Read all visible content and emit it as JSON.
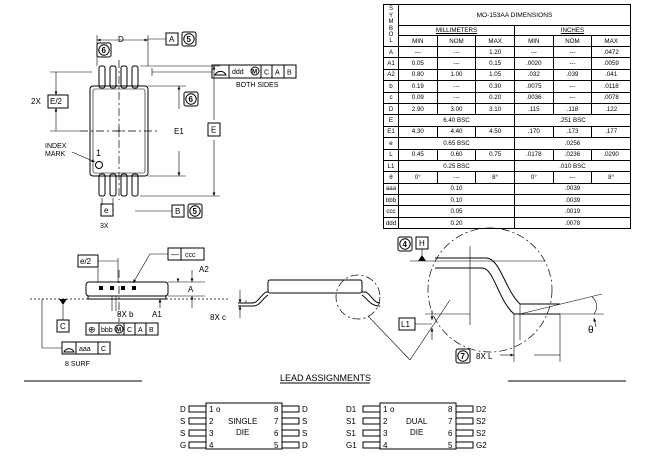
{
  "top_view": {
    "dim_D": "D",
    "datum_A": "A",
    "note_5_top": "5",
    "note_6_top": "6",
    "note_6_right": "6",
    "flatness_symbol": "⌓",
    "flatness_tol": "ddd",
    "modifier_M": "M",
    "ref_C": "C",
    "ref_A": "A",
    "ref_B": "B",
    "both_sides": "BOTH SIDES",
    "dim_2x": "2X",
    "dim_E_half": "E/2",
    "dim_E1": "E1",
    "dim_E": "E",
    "index_mark_1": "INDEX",
    "index_mark_2": "MARK",
    "pin_one": "1",
    "dim_e": "e",
    "dim_3x": "3X",
    "datum_B": "B",
    "note_5_bottom": "5"
  },
  "table": {
    "title": "MO-153AA DIMENSIONS",
    "symbol_header": [
      "S",
      "Y",
      "M",
      "B",
      "O",
      "L"
    ],
    "mm_header": "MILLIMETERS",
    "in_header": "INCHES",
    "col_headers": [
      "MIN",
      "NOM",
      "MAX",
      "MIN",
      "NOM",
      "MAX"
    ],
    "rows": [
      {
        "sym": "A",
        "v": [
          "---",
          "---",
          "1.20",
          "---",
          "---",
          ".0472"
        ]
      },
      {
        "sym": "A1",
        "v": [
          "0.05",
          "---",
          "0.15",
          ".0020",
          "---",
          ".0059"
        ]
      },
      {
        "sym": "A2",
        "v": [
          "0.80",
          "1.00",
          "1.05",
          ".032",
          ".039",
          ".041"
        ]
      },
      {
        "sym": "b",
        "v": [
          "0.19",
          "---",
          "0.30",
          ".0075",
          "---",
          ".0118"
        ]
      },
      {
        "sym": "c",
        "v": [
          "0.09",
          "---",
          "0.20",
          ".0036",
          "---",
          ".0078"
        ]
      },
      {
        "sym": "D",
        "v": [
          "2.90",
          "3.00",
          "3.10",
          ".115",
          ".118",
          ".122"
        ]
      },
      {
        "sym": "E",
        "mm": "6.40 BSC",
        "in": ".251 BSC"
      },
      {
        "sym": "E1",
        "v": [
          "4.30",
          "4.40",
          "4.50",
          ".170",
          ".173",
          ".177"
        ]
      },
      {
        "sym": "e",
        "mm": "0.65 BSC",
        "in": ".0256"
      },
      {
        "sym": "L",
        "v": [
          "0.45",
          "0.60",
          "0.75",
          ".0178",
          ".0236",
          ".0290"
        ]
      },
      {
        "sym": "L1",
        "mm": "0.25 BSC",
        "in": ".010 BSC"
      },
      {
        "sym": "θ",
        "v": [
          "0°",
          "---",
          "8°",
          "0°",
          "---",
          "8°"
        ]
      },
      {
        "sym": "aaa",
        "mm": "0.10",
        "in": ".0039"
      },
      {
        "sym": "bbb",
        "mm": "0.10",
        "in": ".0039"
      },
      {
        "sym": "ccc",
        "mm": "0.05",
        "in": ".0019"
      },
      {
        "sym": "ddd",
        "mm": "0.20",
        "in": ".0078"
      }
    ]
  },
  "side_view": {
    "dim_e_half": "e/2",
    "ccc_flat": "—",
    "ccc": "ccc",
    "dim_A2": "A2",
    "dim_A": "A",
    "datum_C": "C",
    "dim_8x_b": "8X  b",
    "dim_A1": "A1",
    "pos_symbol": "⊕",
    "bbb": "bbb",
    "modifier_M": "M",
    "ref_C": "C",
    "ref_A": "A",
    "ref_B": "B",
    "prof_symbol": "⌓",
    "aaa": "aaa",
    "ref_C2": "C",
    "surf": "8 SURF"
  },
  "end_view": {
    "dim_8x_c": "8X  c"
  },
  "detail": {
    "note_4": "4",
    "datum_H": "H",
    "dim_L1": "L1",
    "theta": "θ",
    "note_7": "7",
    "dim_8x_L": "8X  L"
  },
  "lead_assignments": {
    "title": "LEAD ASSIGNMENTS",
    "single": {
      "label_1": "SINGLE",
      "label_2": "DIE",
      "pin_one_mark": "o",
      "left_numbers": [
        "1",
        "2",
        "3",
        "4"
      ],
      "left_names": [
        "D",
        "S",
        "S",
        "G"
      ],
      "right_numbers": [
        "8",
        "7",
        "6",
        "5"
      ],
      "right_names": [
        "D",
        "S",
        "S",
        "D"
      ]
    },
    "dual": {
      "label_1": "DUAL",
      "label_2": "DIE",
      "pin_one_mark": "o",
      "left_numbers": [
        "1",
        "2",
        "3",
        "4"
      ],
      "left_names": [
        "D1",
        "S1",
        "S1",
        "G1"
      ],
      "right_numbers": [
        "8",
        "7",
        "6",
        "5"
      ],
      "right_names": [
        "D2",
        "S2",
        "S2",
        "G2"
      ]
    }
  }
}
